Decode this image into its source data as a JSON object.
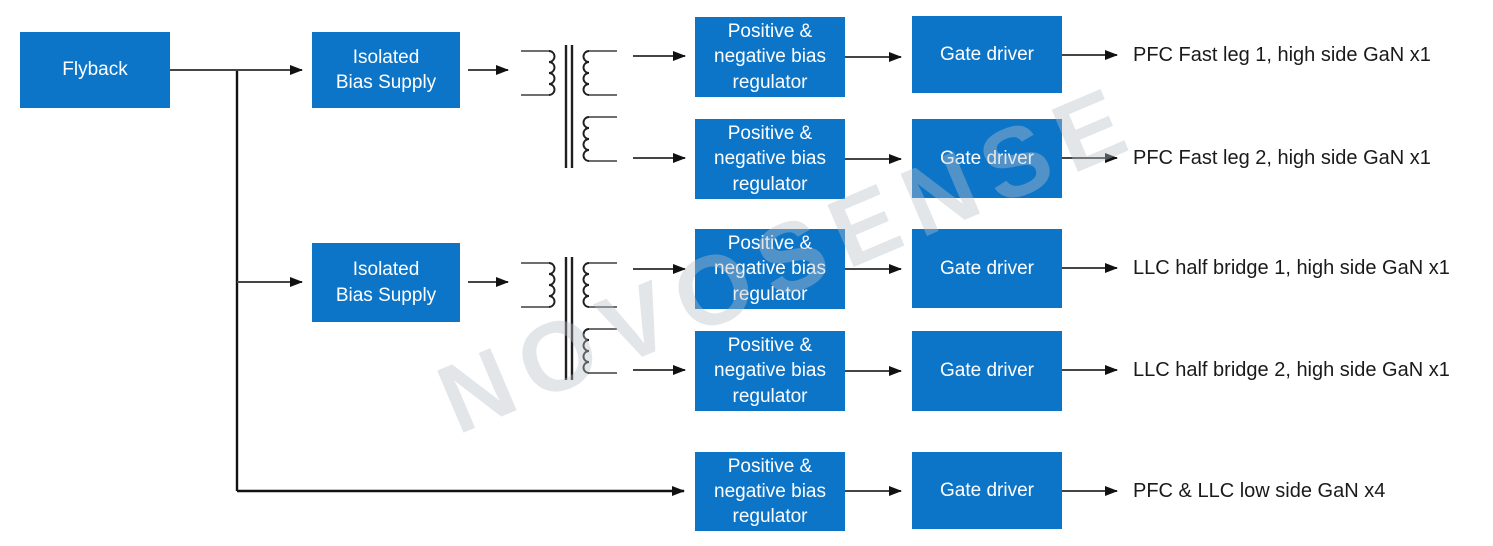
{
  "watermark": "NOVOSENSE",
  "blocks": {
    "flyback": "Flyback",
    "isolated_bias_supplies": [
      "Isolated\nBias Supply",
      "Isolated\nBias Supply"
    ],
    "regulators": [
      "Positive &\nnegative bias\nregulator",
      "Positive &\nnegative bias\nregulator",
      "Positive &\nnegative bias\nregulator",
      "Positive &\nnegative bias\nregulator",
      "Positive &\nnegative bias\nregulator"
    ],
    "gate_drivers": [
      "Gate driver",
      "Gate driver",
      "Gate driver",
      "Gate driver",
      "Gate driver"
    ]
  },
  "outputs": [
    "PFC Fast leg 1, high side GaN x1",
    "PFC Fast leg 2, high side GaN x1",
    "LLC half bridge 1, high side GaN x1",
    "LLC half bridge 2, high side GaN x1",
    "PFC & LLC low side GaN x4"
  ],
  "colors": {
    "block_fill": "#0d75c8",
    "block_text": "#ffffff",
    "connector": "#454545",
    "branch_line": "#111111",
    "output_text": "#1a1a1a",
    "watermark": "#c9ced4"
  }
}
